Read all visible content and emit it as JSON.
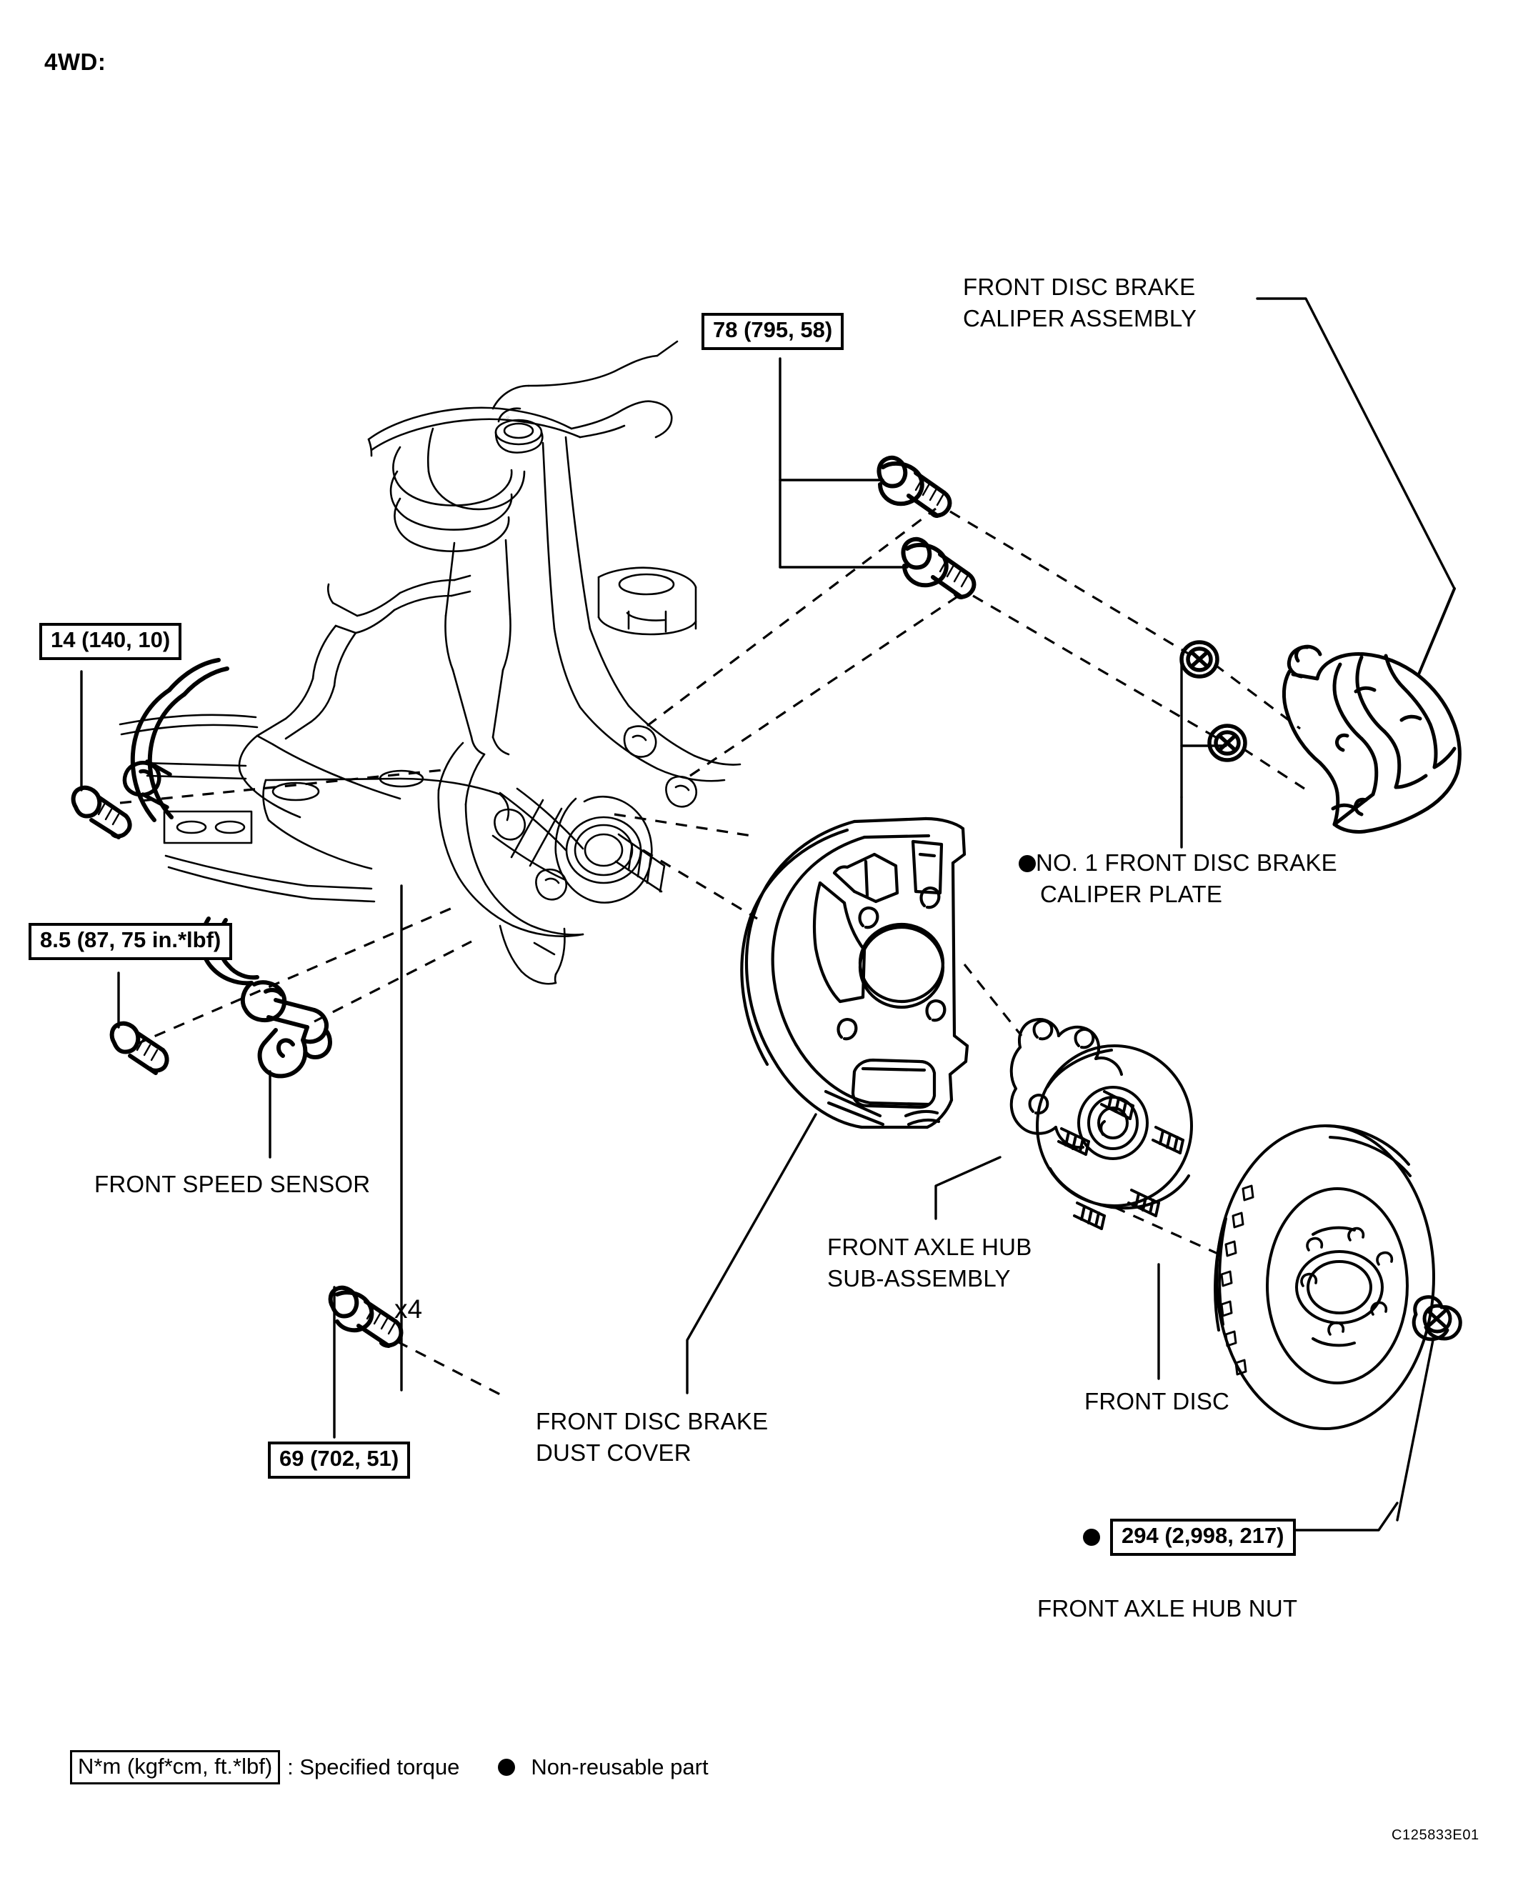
{
  "figure": {
    "heading": "4WD:",
    "figure_id": "C125833E01",
    "type": "exploded parts diagram",
    "subject": "Front axle hub / front disc brake components"
  },
  "torque_specs": [
    {
      "id": "caliper-assembly-bolts",
      "value": "78 (795, 58)",
      "unit_note": "N*m (kgf*cm, ft.*lbf)"
    },
    {
      "id": "speed-sensor-upper-bolt",
      "value": "14 (140, 10)",
      "unit_note": "N*m (kgf*cm, ft.*lbf)"
    },
    {
      "id": "speed-sensor-bolt",
      "value": "8.5 (87, 75 in.*lbf)",
      "unit_note": "N*m (kgf*cm, in.*lbf)"
    },
    {
      "id": "dust-cover-bolts",
      "value": "69 (702, 51)",
      "unit_note": "N*m (kgf*cm, ft.*lbf)"
    },
    {
      "id": "axle-hub-nut",
      "value": "294 (2,998, 217)",
      "unit_note": "N*m (kgf*cm, ft.*lbf)",
      "non_reusable": true
    }
  ],
  "part_labels": [
    {
      "id": "caliper-assembly",
      "lines": [
        "FRONT DISC BRAKE",
        "CALIPER ASSEMBLY"
      ],
      "non_reusable": false
    },
    {
      "id": "caliper-plate",
      "lines": [
        "NO. 1 FRONT DISC BRAKE",
        "CALIPER PLATE"
      ],
      "non_reusable": true
    },
    {
      "id": "speed-sensor",
      "lines": [
        "FRONT SPEED SENSOR"
      ],
      "non_reusable": false
    },
    {
      "id": "dust-cover",
      "lines": [
        "FRONT DISC BRAKE",
        "DUST COVER"
      ],
      "non_reusable": false
    },
    {
      "id": "axle-hub-sub-assembly",
      "lines": [
        "FRONT AXLE HUB",
        "SUB-ASSEMBLY"
      ],
      "non_reusable": false
    },
    {
      "id": "front-disc",
      "lines": [
        "FRONT DISC"
      ],
      "non_reusable": false
    },
    {
      "id": "axle-hub-nut",
      "lines": [
        "FRONT AXLE HUB NUT"
      ],
      "non_reusable": false
    }
  ],
  "quantity_markers": [
    {
      "id": "dust-cover-bolt-qty",
      "text": "x4"
    }
  ],
  "legend": {
    "torque_box_text": "N*m (kgf*cm, ft.*lbf)",
    "torque_meaning": ": Specified torque",
    "nonreusable_meaning": "Non-reusable part"
  },
  "colors": {
    "ink": "#000000",
    "paper": "#ffffff"
  }
}
